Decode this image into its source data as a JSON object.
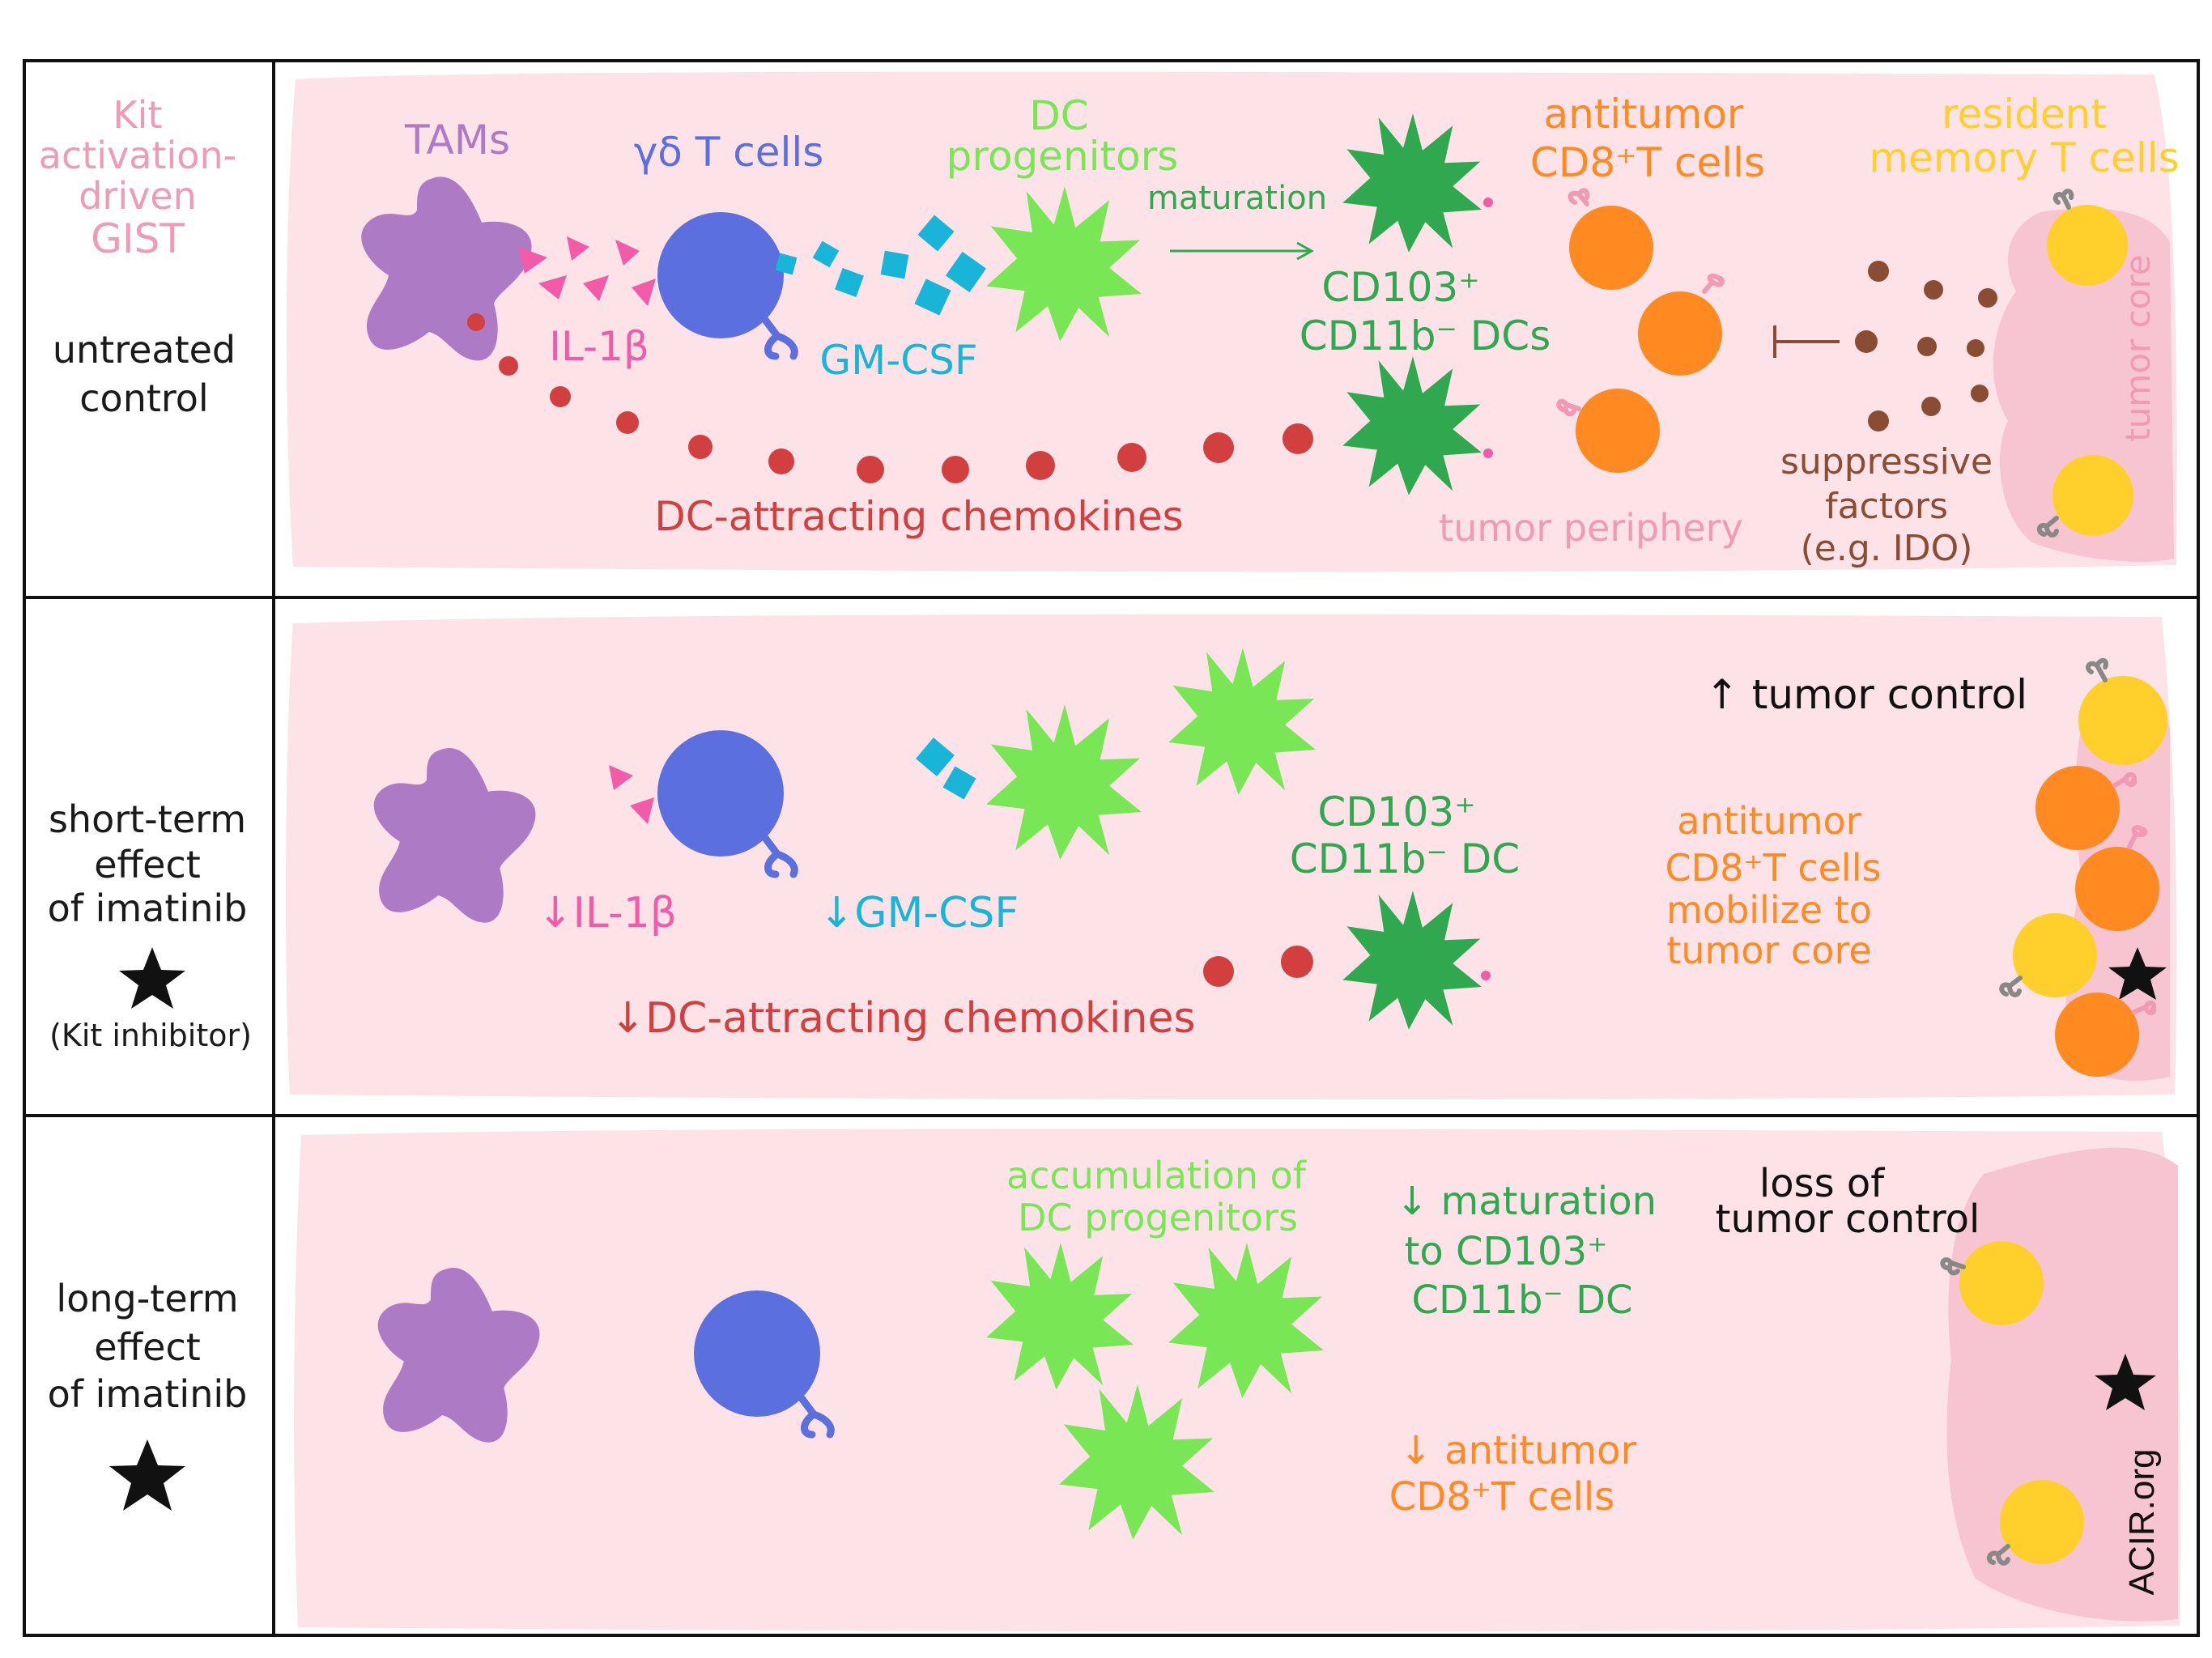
{
  "colors": {
    "panel": "#fde3e8",
    "tumor_core": "#f7c4d1",
    "tam": "#ad7ac6",
    "gd_t": "#5b6fde",
    "gmcsf": "#19b5d8",
    "il1b": "#f25ba8",
    "dc_progenitor": "#79e655",
    "cd103_dc": "#2fa84f",
    "chemokine": "#d23f3f",
    "cd8_t": "#ff8a21",
    "resident_memory_t": "#ffd02b",
    "suppressive": "#8a4c32",
    "tumor_label": "#f09ab5",
    "grid_line": "#111111"
  },
  "rows": [
    {
      "side_lines": [
        "untreated",
        "control"
      ],
      "side_title_lines": [
        "Kit",
        "activation-",
        "driven",
        "GIST"
      ],
      "labels": {
        "tams": "TAMs",
        "gd_t_cells": "γδ T cells",
        "dc_progenitors": [
          "DC",
          "progenitors"
        ],
        "maturation": "maturation",
        "antitumor": [
          "antitumor",
          "CD8⁺T cells"
        ],
        "resident_memory": [
          "resident",
          "memory T cells"
        ],
        "il1b": "IL-1β",
        "gmcsf": "GM-CSF",
        "cd103_dcs": [
          "CD103⁺",
          "CD11b⁻ DCs"
        ],
        "chemokines": "DC-attracting chemokines",
        "tumor_periphery": "tumor periphery",
        "suppressive": [
          "suppressive",
          "factors",
          "(e.g. IDO)"
        ],
        "tumor_core": "tumor core"
      }
    },
    {
      "side_lines": [
        "short-term",
        "effect",
        "of imatinib"
      ],
      "side_note": "(Kit inhibitor)",
      "labels": {
        "tumor_control": "↑ tumor control",
        "cd103_dc": [
          "CD103⁺",
          "CD11b⁻ DC"
        ],
        "mobilize": [
          "antitumor",
          "CD8⁺T cells",
          "mobilize to",
          "tumor core"
        ],
        "il1b": "↓IL-1β",
        "gmcsf": "↓GM-CSF",
        "chemokines": "↓DC-attracting chemokines"
      }
    },
    {
      "side_lines": [
        "long-term",
        "effect",
        "of imatinib"
      ],
      "labels": {
        "accumulation": [
          "accumulation of",
          "DC progenitors"
        ],
        "maturation": [
          "↓ maturation",
          "to CD103⁺",
          "CD11b⁻ DC"
        ],
        "loss": [
          "loss of",
          "tumor control"
        ],
        "antitumor": [
          "↓ antitumor",
          "CD8⁺T cells"
        ],
        "watermark": "ACIR.org"
      }
    }
  ]
}
